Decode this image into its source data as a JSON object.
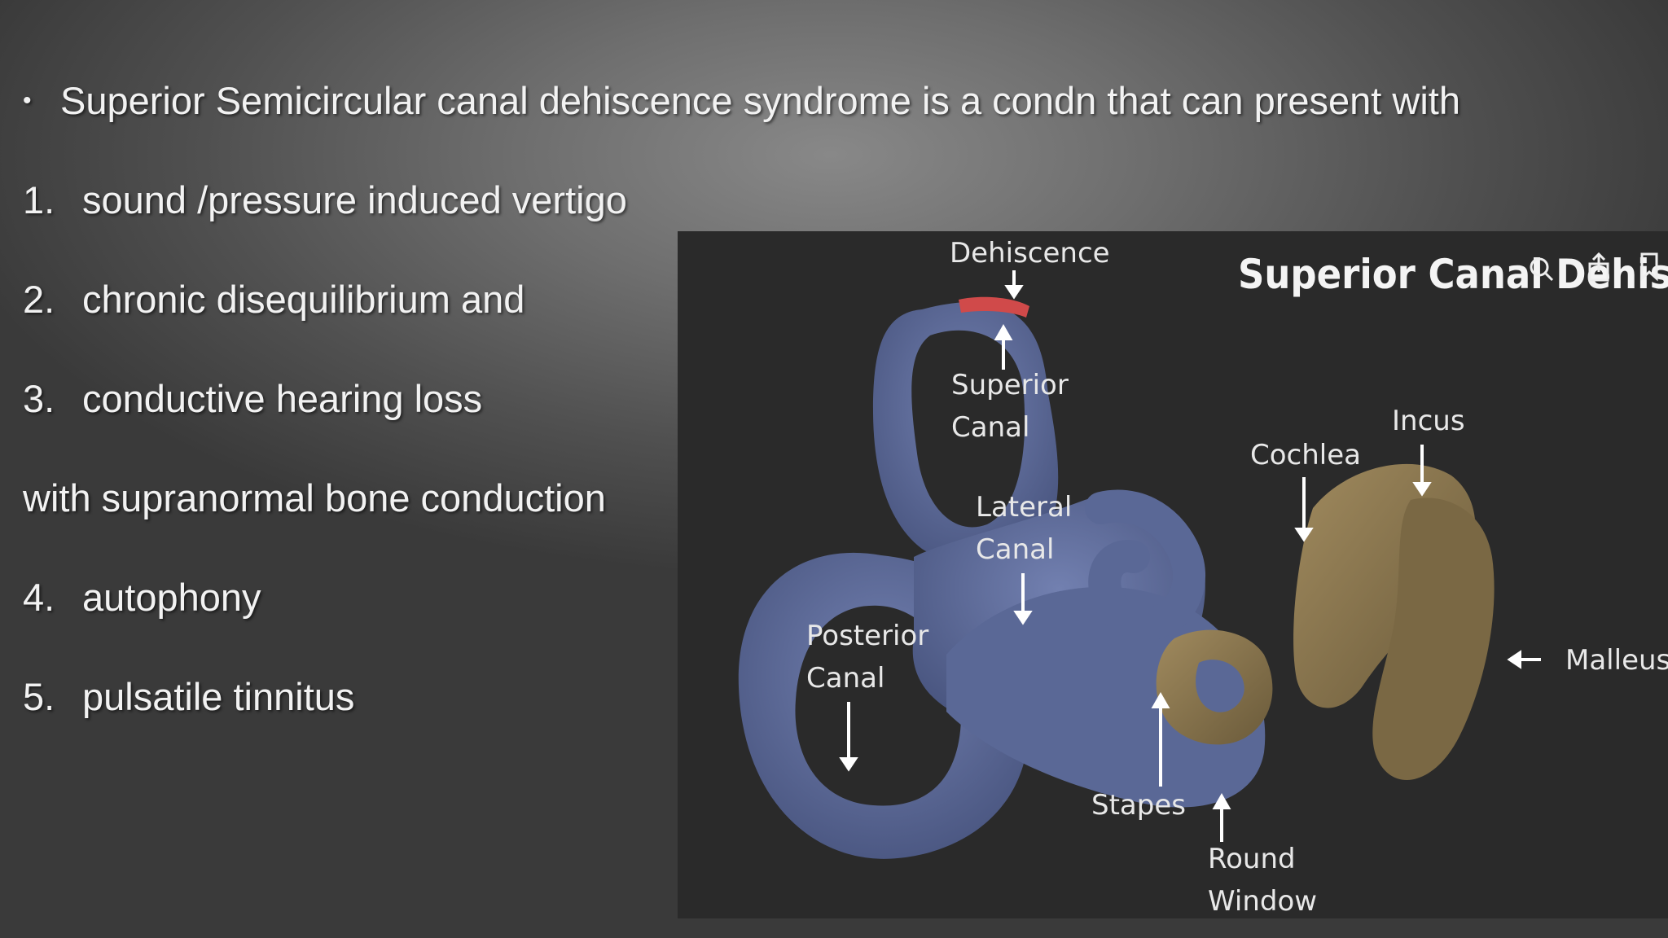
{
  "slide": {
    "bullet": "Superior Semicircular canal dehiscence syndrome is a condn that can present with",
    "items": [
      {
        "num": "1.",
        "text": "sound /pressure induced vertigo"
      },
      {
        "num": "2.",
        "text": "chronic disequilibrium and"
      },
      {
        "num": "3.",
        "text": "conductive hearing loss"
      },
      {
        "num": "",
        "text": "with supranormal bone conduction"
      },
      {
        "num": "4.",
        "text": "autophony"
      },
      {
        "num": "5.",
        "text": "pulsatile tinnitus"
      }
    ]
  },
  "figure": {
    "title": "Superior Canal Dehiscence",
    "labels": {
      "dehiscence": "Dehiscence",
      "superior_1": "Superior",
      "superior_2": "Canal",
      "lateral_1": "Lateral",
      "lateral_2": "Canal",
      "posterior_1": "Posterior",
      "posterior_2": "Canal",
      "cochlea": "Cochlea",
      "incus": "Incus",
      "malleus": "Malleus",
      "stapes": "Stapes",
      "round_1": "Round",
      "round_2": "Window"
    },
    "overlay_icons": [
      "lens-icon",
      "share-icon",
      "bookmark-icon"
    ],
    "colors": {
      "canal": "#5c6a9a",
      "bone": "#8a7650",
      "dehiscence": "#d04a4a",
      "background": "#2a2a2a"
    }
  }
}
